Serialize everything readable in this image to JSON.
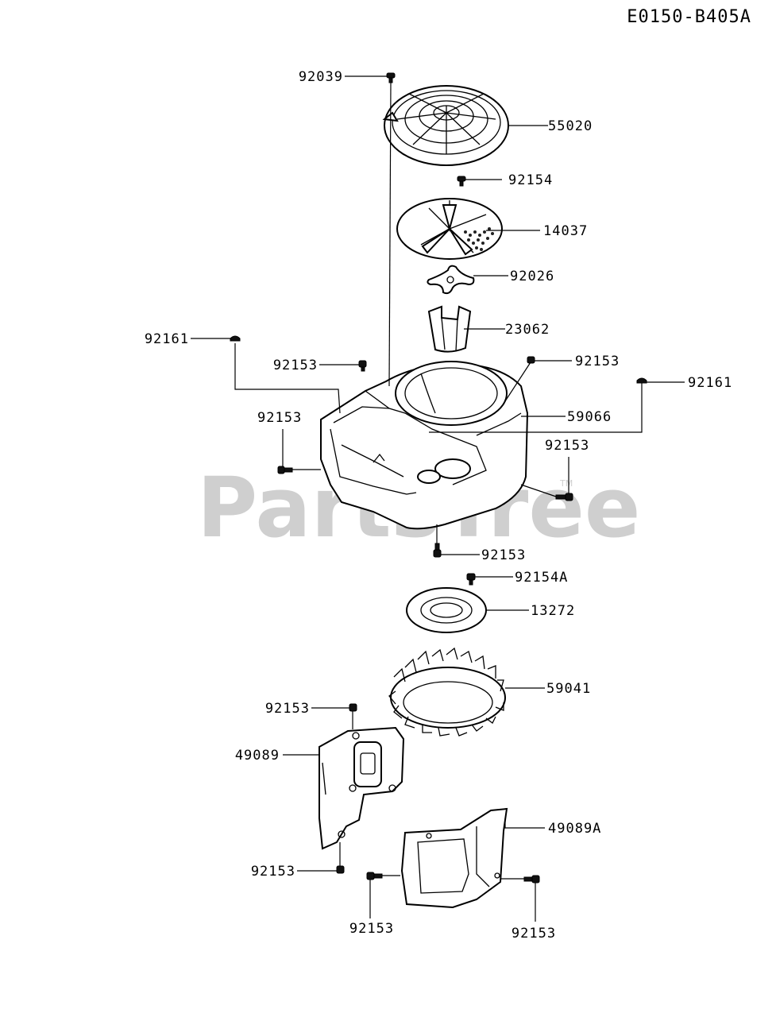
{
  "diagram": {
    "code": "E0150-B405A",
    "watermark": "PartsTree",
    "watermark_tm": "TM"
  },
  "parts": [
    {
      "id": "p92039",
      "number": "92039"
    },
    {
      "id": "p55020",
      "number": "55020"
    },
    {
      "id": "p92154",
      "number": "92154"
    },
    {
      "id": "p14037",
      "number": "14037"
    },
    {
      "id": "p92026",
      "number": "92026"
    },
    {
      "id": "p23062",
      "number": "23062"
    },
    {
      "id": "p92161a",
      "number": "92161"
    },
    {
      "id": "p92153a",
      "number": "92153"
    },
    {
      "id": "p92153b",
      "number": "92153"
    },
    {
      "id": "p92161b",
      "number": "92161"
    },
    {
      "id": "p92153c",
      "number": "92153"
    },
    {
      "id": "p59066",
      "number": "59066"
    },
    {
      "id": "p92153d",
      "number": "92153"
    },
    {
      "id": "p92153e",
      "number": "92153"
    },
    {
      "id": "p92154A",
      "number": "92154A"
    },
    {
      "id": "p13272",
      "number": "13272"
    },
    {
      "id": "p59041",
      "number": "59041"
    },
    {
      "id": "p92153f",
      "number": "92153"
    },
    {
      "id": "p49089",
      "number": "49089"
    },
    {
      "id": "p49089A",
      "number": "49089A"
    },
    {
      "id": "p92153g",
      "number": "92153"
    },
    {
      "id": "p92153h",
      "number": "92153"
    },
    {
      "id": "p92153i",
      "number": "92153"
    }
  ]
}
